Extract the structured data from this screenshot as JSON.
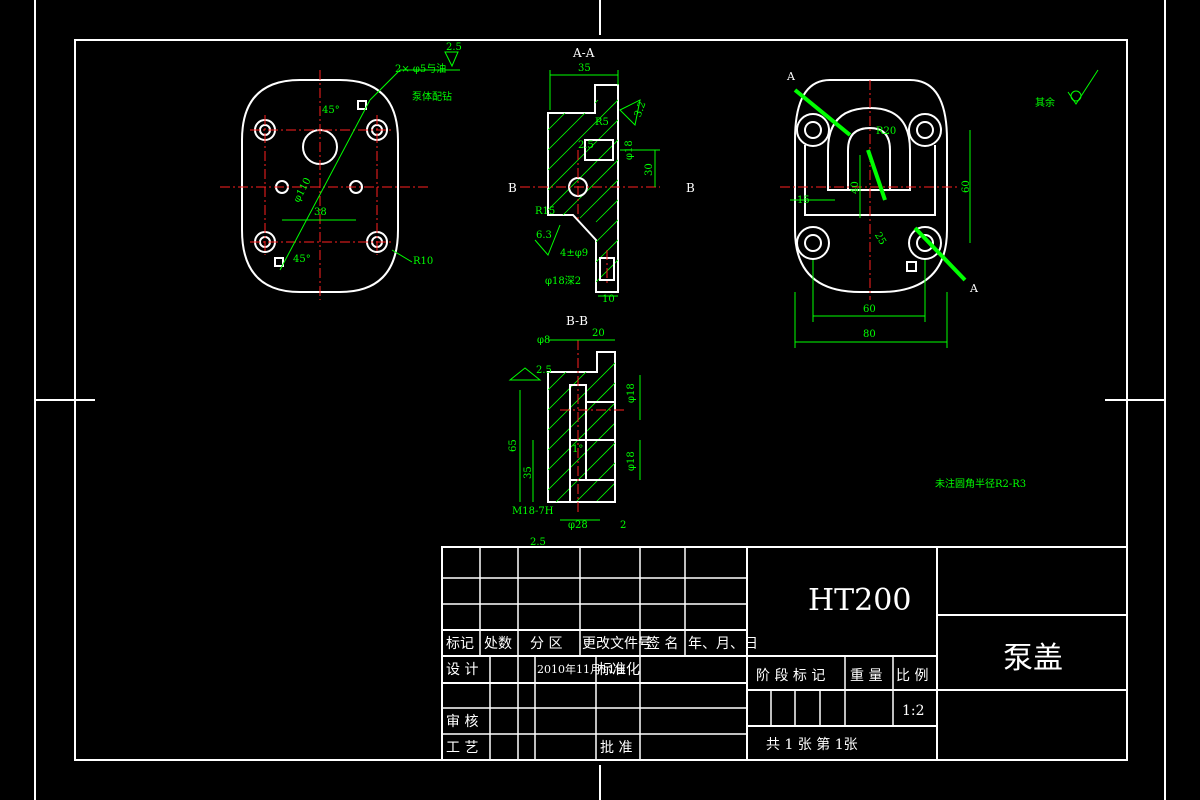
{
  "drawing": {
    "material": "HT200",
    "part_name": "泵盖",
    "scale": "1:2",
    "sheet_info": "共 1 张 第 1张",
    "date": "2010年11月11日",
    "note_fillet": "未注圆角半径R2-R3",
    "note_rough": "其余",
    "section_aa": "A-A",
    "section_bb": "B-B"
  },
  "title_block": {
    "headers": [
      "标记",
      "处数",
      "分 区",
      "更改文件号",
      "签 名",
      "年、月、日"
    ],
    "design": "设 计",
    "standard": "标准化",
    "review": "审 核",
    "process": "工 艺",
    "approve": "批 准",
    "stage": "阶 段 标 记",
    "weight": "重 量",
    "ratio": "比 例"
  },
  "dims": {
    "front": [
      "2× φ5与油",
      "泵体配钻",
      "45°",
      "45°",
      "φ110",
      "38",
      "R10",
      "2.5"
    ],
    "aa": [
      "35",
      "2.5",
      "R5",
      "φ18",
      "30",
      "R15",
      "4±φ9",
      "φ18深2",
      "10",
      "3.2",
      "6.3",
      "B",
      "B"
    ],
    "right": [
      "A",
      "A",
      "R20",
      "40",
      "60",
      "15",
      "60",
      "80",
      "25"
    ],
    "bb": [
      "φ8",
      "20",
      "2.5",
      "φ18",
      "65",
      "35",
      "φ18",
      "M18-7H",
      "φ28",
      "2",
      "2.5",
      "1°"
    ]
  }
}
